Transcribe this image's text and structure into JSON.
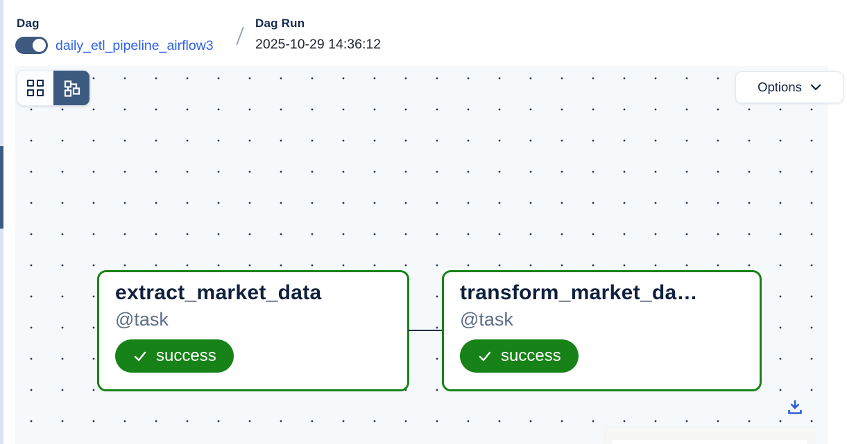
{
  "header": {
    "dag_label": "Dag",
    "dag_name": "daily_etl_pipeline_airflow3",
    "dag_toggle_enabled": true,
    "dag_run_label": "Dag Run",
    "dag_run_value": "2025-10-29 14:36:12"
  },
  "toolbar": {
    "view_buttons": [
      {
        "icon": "grid-icon",
        "selected": false
      },
      {
        "icon": "graph-icon",
        "selected": true
      }
    ],
    "options_label": "Options",
    "options_chevron": "chevron-down-icon"
  },
  "graph": {
    "nodes": [
      {
        "title": "extract_market_data",
        "subtitle": "@task",
        "status": "success",
        "status_icon": "check-icon"
      },
      {
        "title": "transform_market_da…",
        "subtitle": "@task",
        "status": "success",
        "status_icon": "check-icon"
      }
    ],
    "edges": [
      {
        "from": "extract_market_data",
        "to": "transform_market_da…"
      }
    ],
    "controls": {
      "download_icon": "download-icon"
    }
  },
  "colors": {
    "success_green": "#178217",
    "link_blue": "#2e63e8",
    "toggle_navy": "#3d5a80",
    "selected_view_navy": "#3d5a80",
    "edge_navy": "#212d44",
    "download_blue": "#2b5cd8",
    "canvas_bg": "#f6f9fc",
    "scroll_thumb": "#3b5b84"
  }
}
